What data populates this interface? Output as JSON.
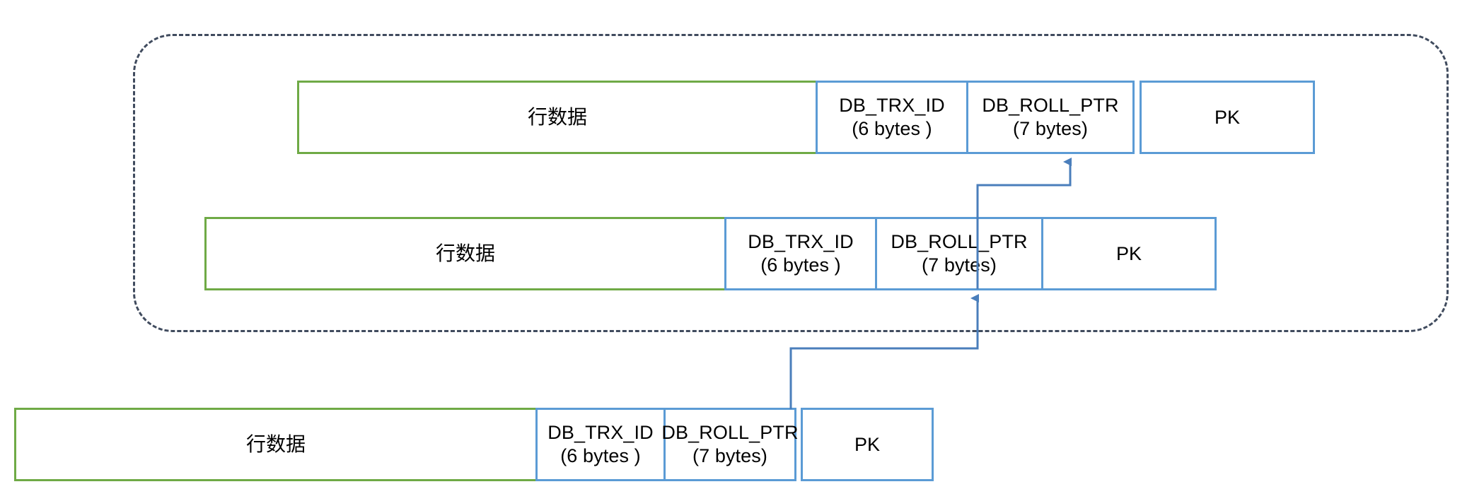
{
  "diagram": {
    "title_visible": false,
    "colors": {
      "row_data_border": "#6faa46",
      "meta_border": "#5b9bd5",
      "connector": "#4a7ebb",
      "dashed_container": "#404b5e",
      "background": "#ffffff",
      "text": "#000000"
    },
    "container": {
      "style": "dashed-rounded-rectangle"
    },
    "rows": [
      {
        "id": "row-1",
        "position": "top",
        "inside_container": true,
        "cells": [
          {
            "name": "row-data",
            "label": "行数据",
            "kind": "data",
            "border": "green"
          },
          {
            "name": "db-trx-id",
            "label": "DB_TRX_ID",
            "sublabel": "(6 bytes )",
            "kind": "meta",
            "border": "blue"
          },
          {
            "name": "db-roll-ptr",
            "label": "DB_ROLL_PTR",
            "sublabel": "(7 bytes)",
            "kind": "meta",
            "border": "blue"
          },
          {
            "name": "primary-key",
            "label": "PK",
            "kind": "meta",
            "border": "blue"
          }
        ]
      },
      {
        "id": "row-2",
        "position": "middle",
        "inside_container": true,
        "cells": [
          {
            "name": "row-data",
            "label": "行数据",
            "kind": "data",
            "border": "green"
          },
          {
            "name": "db-trx-id",
            "label": "DB_TRX_ID",
            "sublabel": "(6 bytes )",
            "kind": "meta",
            "border": "blue"
          },
          {
            "name": "db-roll-ptr",
            "label": "DB_ROLL_PTR",
            "sublabel": "(7 bytes)",
            "kind": "meta",
            "border": "blue"
          },
          {
            "name": "primary-key",
            "label": "PK",
            "kind": "meta",
            "border": "blue"
          }
        ]
      },
      {
        "id": "row-3",
        "position": "bottom",
        "inside_container": false,
        "cells": [
          {
            "name": "row-data",
            "label": "行数据",
            "kind": "data",
            "border": "green"
          },
          {
            "name": "db-trx-id",
            "label": "DB_TRX_ID",
            "sublabel": "(6 bytes )",
            "kind": "meta",
            "border": "blue"
          },
          {
            "name": "db-roll-ptr",
            "label": "DB_ROLL_PTR",
            "sublabel": "(7 bytes)",
            "kind": "meta",
            "border": "blue"
          },
          {
            "name": "primary-key",
            "label": "PK",
            "kind": "meta",
            "border": "blue"
          }
        ]
      }
    ],
    "connectors": [
      {
        "name": "row2-rollptr-to-row1-rollptr",
        "from": "row-2.db-roll-ptr",
        "to": "row-1.db-roll-ptr",
        "arrow": "up"
      },
      {
        "name": "row3-rollptr-to-row2-rollptr",
        "from": "row-3.db-roll-ptr",
        "to": "row-2.db-roll-ptr",
        "arrow": "up"
      }
    ]
  }
}
